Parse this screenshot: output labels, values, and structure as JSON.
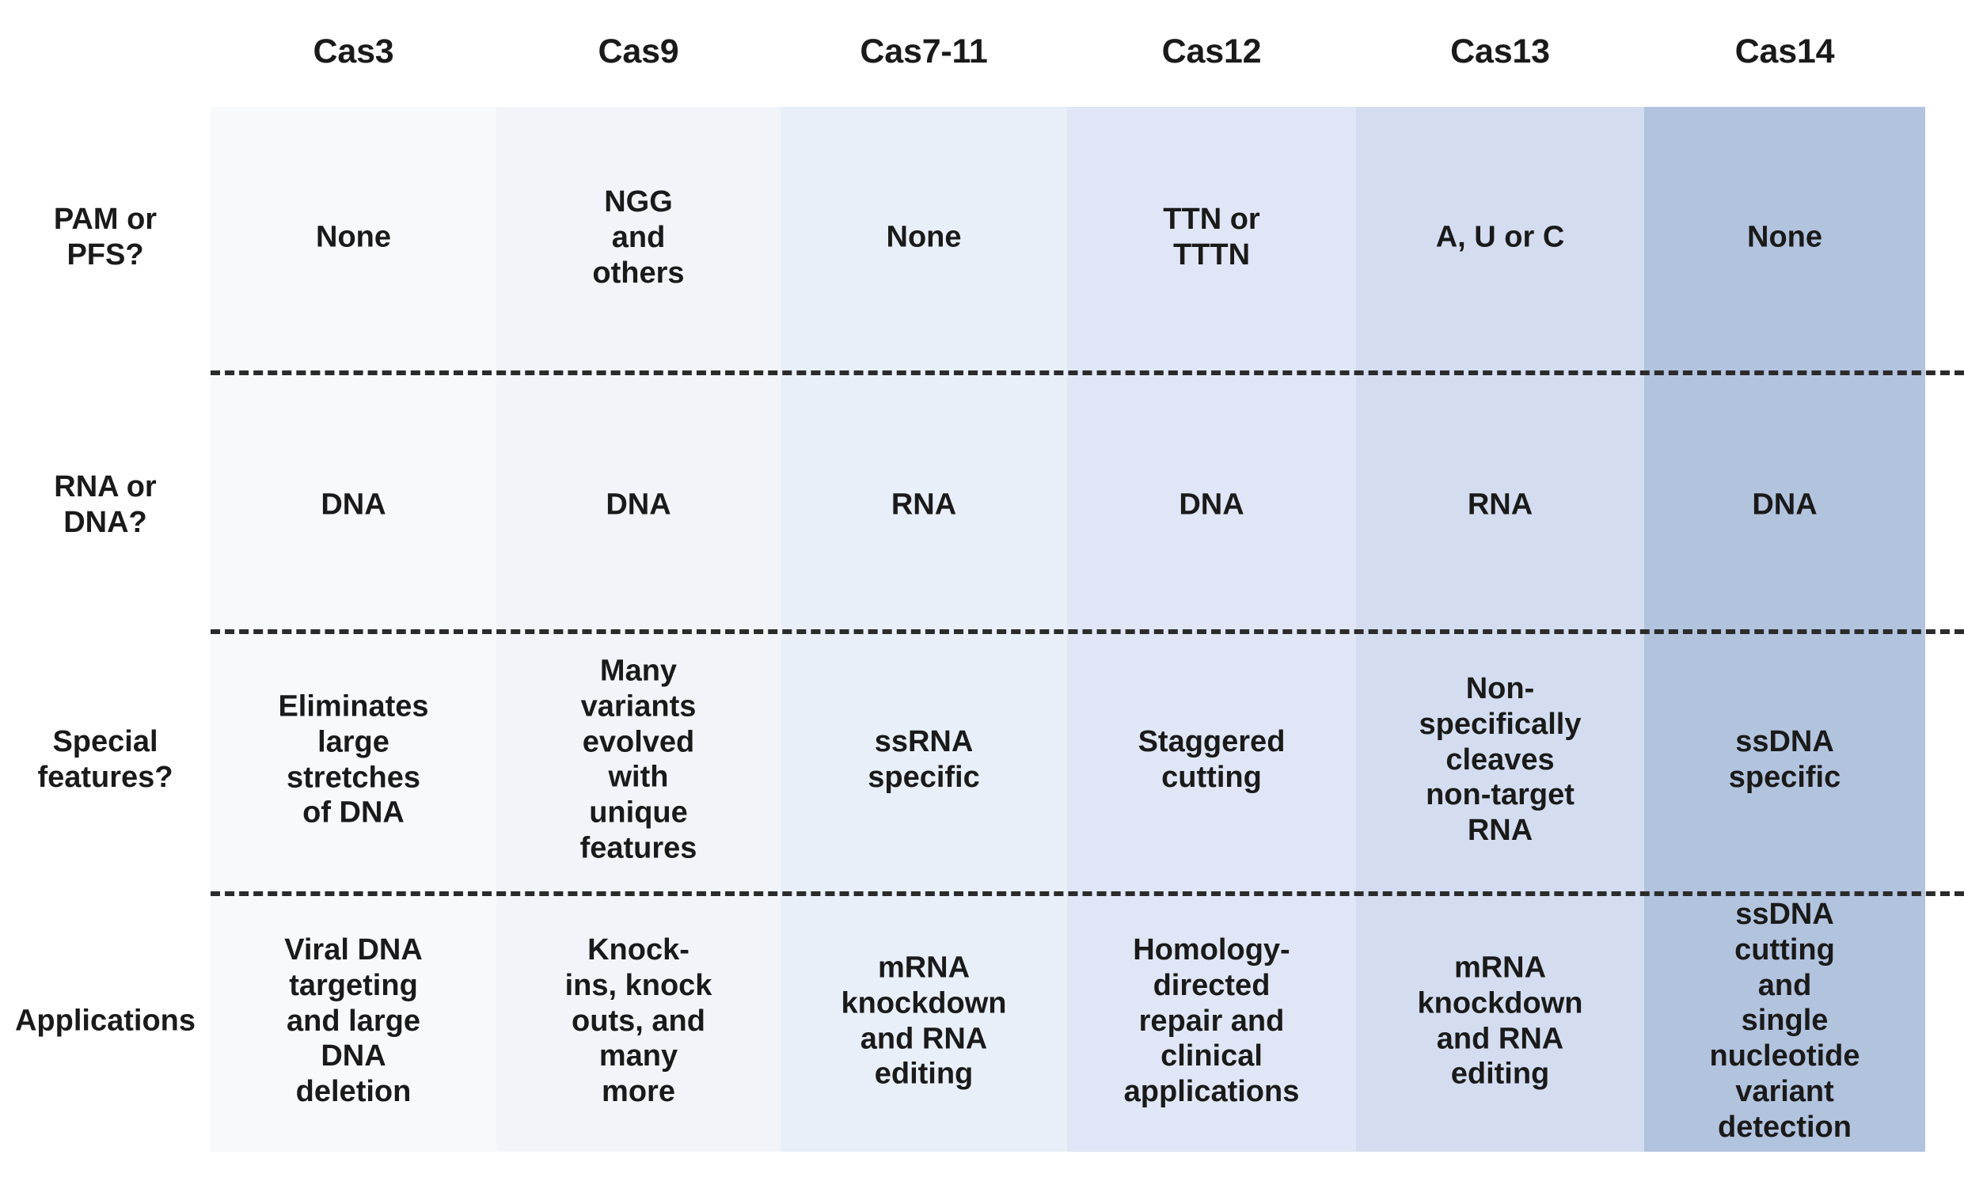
{
  "figure": {
    "kind": "comparison-table",
    "background": "#ffffff",
    "text_color": "#1a1a1a",
    "separator_color": "#2b2b2b"
  },
  "columns": [
    {
      "label": "Cas3",
      "color": "#f8f9fb"
    },
    {
      "label": "Cas9",
      "color": "#f2f4fa"
    },
    {
      "label": "Cas7-11",
      "color": "#e9eff8"
    },
    {
      "label": "Cas12",
      "color": "#e0e6f5"
    },
    {
      "label": "Cas13",
      "color": "#d4ddf0"
    },
    {
      "label": "Cas14",
      "color": "#b2c3de"
    }
  ],
  "rows": [
    {
      "label": "PAM or\nPFS?",
      "cells": [
        "None",
        "NGG\nand\nothers",
        "None",
        "TTN or\nTTTN",
        "A, U or C",
        "None"
      ]
    },
    {
      "label": "RNA or\nDNA?",
      "cells": [
        "DNA",
        "DNA",
        "RNA",
        "DNA",
        "RNA",
        "DNA"
      ]
    },
    {
      "label": "Special\nfeatures?",
      "cells": [
        "Eliminates\nlarge\nstretches\nof DNA",
        "Many\nvariants\nevolved\nwith\nunique\nfeatures",
        "ssRNA\nspecific",
        "Staggered\ncutting",
        "Non-\nspecifically\ncleaves\nnon-target\nRNA",
        "ssDNA\nspecific"
      ]
    },
    {
      "label": "Applications",
      "cells": [
        "Viral DNA\ntargeting\nand large\nDNA\ndeletion",
        "Knock-\nins, knock\nouts, and\nmany\nmore",
        "mRNA\nknockdown\nand RNA\nediting",
        "Homology-\ndirected\nrepair and\nclinical\napplications",
        "mRNA\nknockdown\nand RNA\nediting",
        "ssDNA\ncutting\nand\nsingle\nnucleotide\nvariant\ndetection"
      ]
    }
  ]
}
